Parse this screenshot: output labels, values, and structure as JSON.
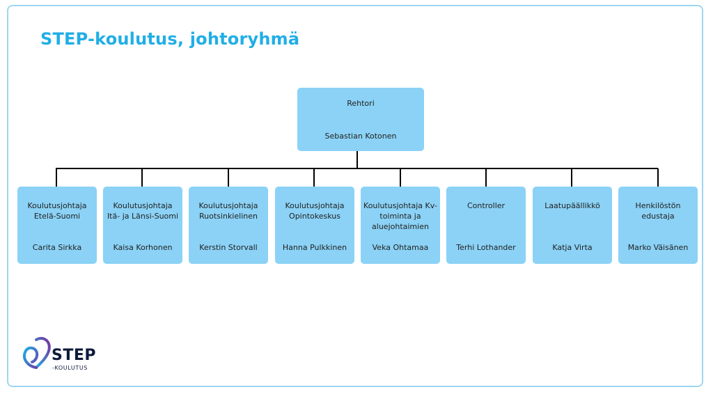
{
  "title": "STEP-koulutus, johtoryhmä",
  "org_chart": {
    "root": {
      "role": "Rehtori",
      "person": "Sebastian Kotonen"
    },
    "children": [
      {
        "role": "Koulutusjohtaja Etelä-Suomi",
        "person": "Carita Sirkka"
      },
      {
        "role": "Koulutusjohtaja Itä- ja Länsi-Suomi",
        "person": "Kaisa Korhonen"
      },
      {
        "role": "Koulutusjohtaja Ruotsinkielinen",
        "person": "Kerstin Storvall"
      },
      {
        "role": "Koulutusjohtaja Opintokeskus",
        "person": "Hanna Pulkkinen"
      },
      {
        "role": "Koulutusjohtaja Kv-toiminta ja aluejohtaimien",
        "person": "Veka Ohtamaa"
      },
      {
        "role": "Controller",
        "person": "Terhi Lothander"
      },
      {
        "role": "Laatupäällikkö",
        "person": "Katja Virta"
      },
      {
        "role": "Henkilöstön edustaja",
        "person": "Marko Väisänen"
      }
    ]
  },
  "logo": {
    "name": "STEP",
    "subtitle": "-KOULUTUS"
  },
  "colors": {
    "accent": "#21aee6",
    "box_fill": "#8bd2f6",
    "frame_border": "#9ed6f2",
    "connector": "#000000",
    "logo_dark": "#0e1a3a"
  }
}
